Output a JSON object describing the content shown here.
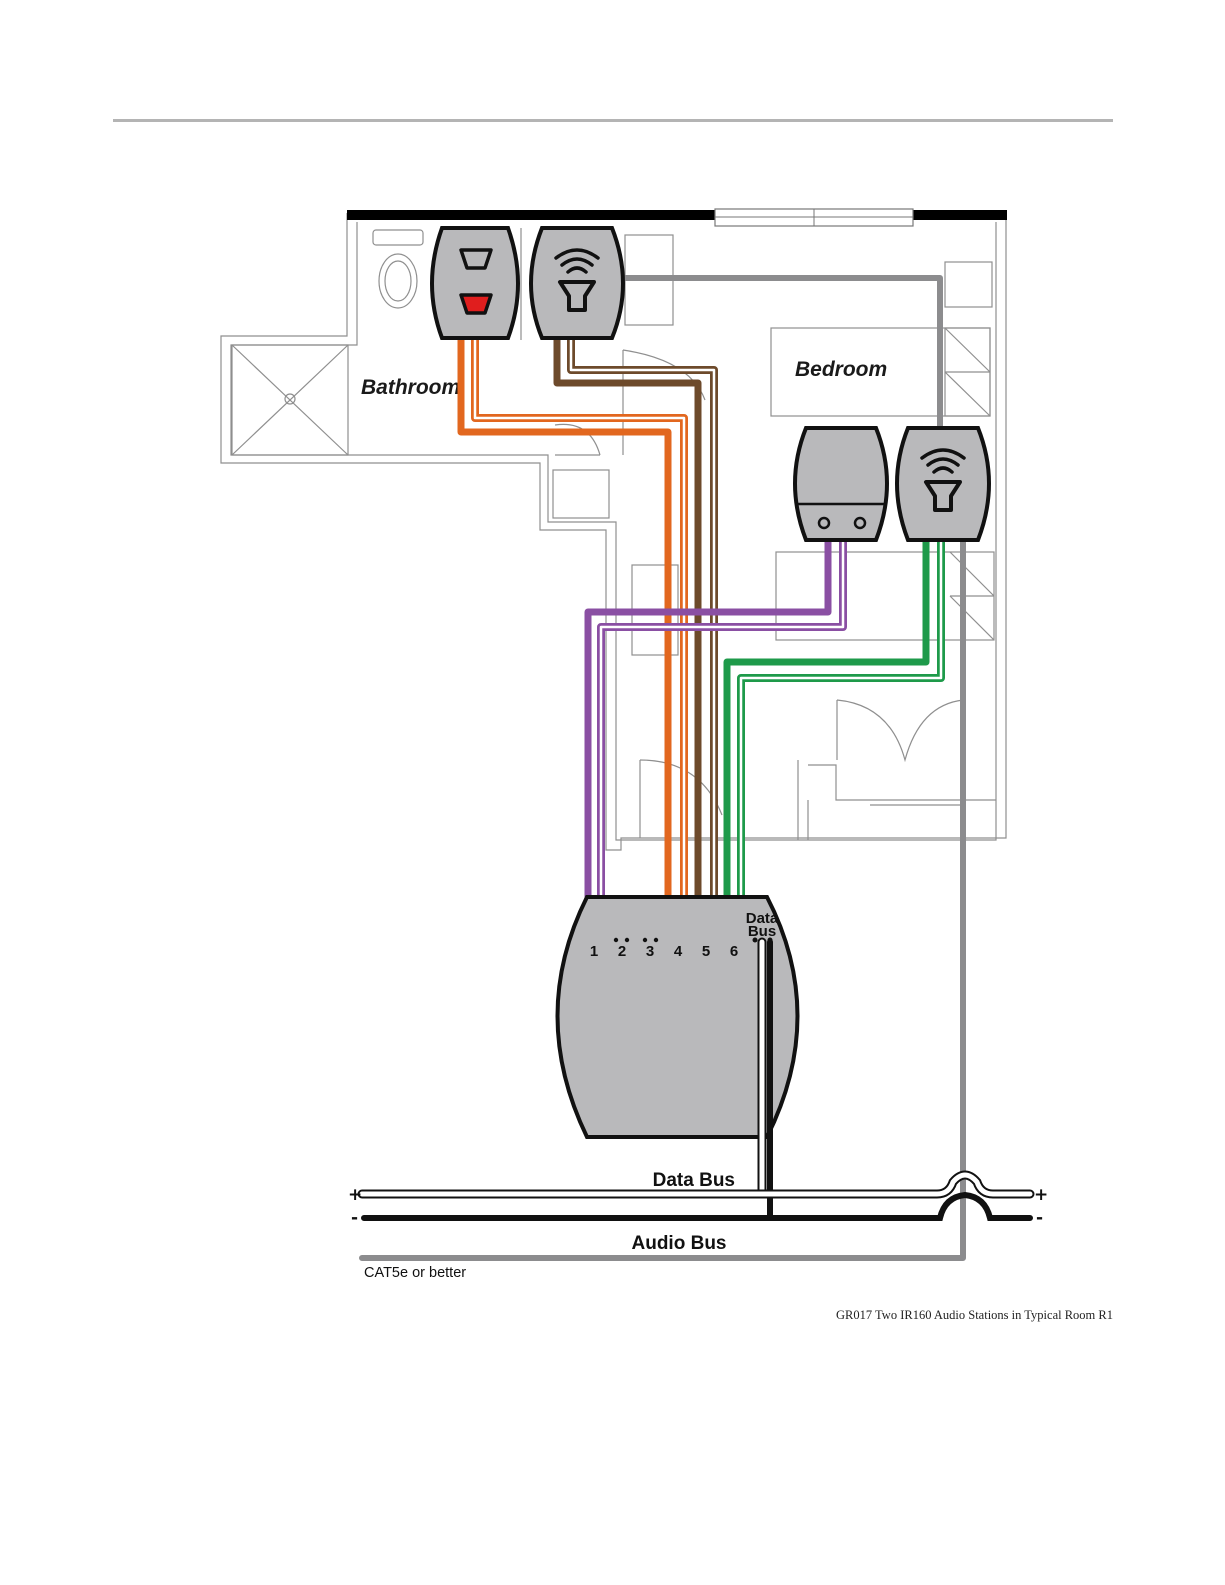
{
  "figure": {
    "rooms": {
      "bathroom": "Bathroom",
      "bedroom": "Bedroom"
    },
    "hub": {
      "ports": [
        "1",
        "2",
        "3",
        "4",
        "5",
        "6"
      ],
      "data_bus_port": [
        "Data",
        "Bus"
      ]
    },
    "buses": {
      "data_bus": "Data Bus",
      "audio_bus": "Audio Bus",
      "cable_note": "CAT5e or better",
      "plus": "+",
      "minus": "-"
    },
    "wire_colors": {
      "orange": "#e2671f",
      "brown": "#6d4a2b",
      "purple": "#8a4fa3",
      "green": "#1e9a4a",
      "gray": "#8c8c8e",
      "device_fill": "#b9b9bb",
      "red_button": "#e01e1e"
    },
    "caption": "GR017 Two IR160 Audio Stations in Typical Room R1"
  }
}
